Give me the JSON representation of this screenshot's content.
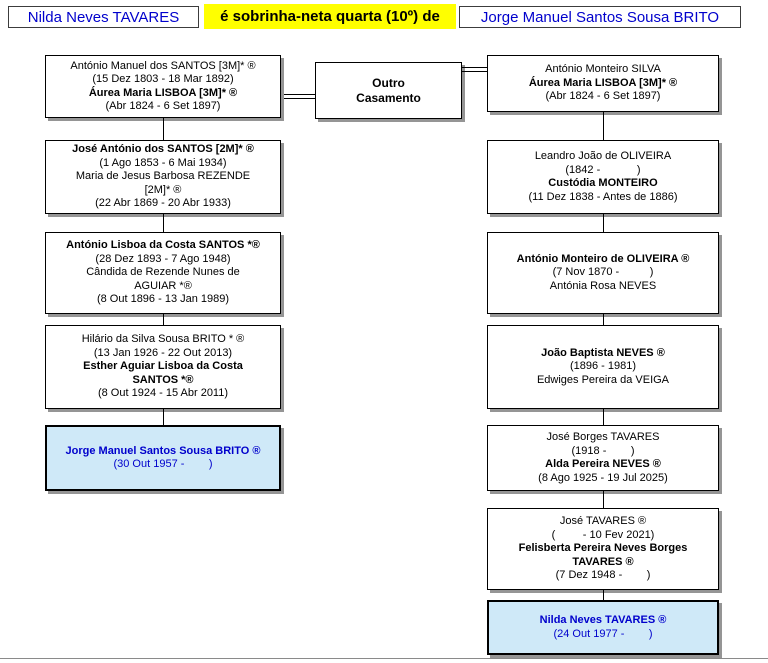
{
  "header": {
    "left_person": "Nilda Neves TAVARES",
    "relationship": "é sobrinha-neta quarta (10º) de",
    "right_person": "Jorge Manuel Santos Sousa BRITO"
  },
  "marriage_box": {
    "line1": "Outro",
    "line2": "Casamento"
  },
  "left": [
    {
      "lines": [
        "António Manuel dos SANTOS [3M]* ®",
        "(15 Dez 1803 - 18 Mar 1892)",
        "Áurea Maria LISBOA [3M]* ®",
        "(Abr 1824 - 6 Set 1897)"
      ]
    },
    {
      "lines": [
        "José António dos SANTOS [2M]* ®",
        "(1 Ago 1853 - 6 Mai 1934)",
        "Maria de Jesus Barbosa REZENDE",
        "[2M]* ®",
        "(22 Abr 1869 - 20 Abr 1933)"
      ]
    },
    {
      "lines": [
        "António Lisboa da Costa SANTOS *®",
        "(28 Dez 1893 - 7 Ago 1948)",
        "Cândida de Rezende Nunes de",
        "AGUIAR *®",
        "(8 Out 1896 - 13 Jan 1989)"
      ]
    },
    {
      "lines": [
        "Hilário da Silva Sousa BRITO * ®",
        "(13 Jan 1926 - 22 Out 2013)",
        "Esther Aguiar Lisboa da Costa",
        "SANTOS *®",
        "(8 Out 1924 - 15 Abr 2011)"
      ]
    },
    {
      "lines": [
        "Jorge Manuel Santos Sousa BRITO ®",
        "(30 Out 1957 -        )"
      ]
    }
  ],
  "right": [
    {
      "lines": [
        "António Monteiro SILVA",
        "Áurea Maria LISBOA [3M]* ®",
        "(Abr 1824 - 6 Set 1897)"
      ]
    },
    {
      "lines": [
        "Leandro João de OLIVEIRA",
        "(1842 -            )",
        "Custódia MONTEIRO",
        "(11 Dez 1838 - Antes de 1886)"
      ]
    },
    {
      "lines": [
        "António Monteiro de OLIVEIRA ®",
        "(7 Nov 1870 -          )",
        "Antónia Rosa NEVES"
      ]
    },
    {
      "lines": [
        "João Baptista NEVES ®",
        "(1896 - 1981)",
        "Edwiges Pereira da VEIGA"
      ]
    },
    {
      "lines": [
        "José Borges TAVARES",
        "(1918 -        )",
        "Alda Pereira NEVES ®",
        "(8 Ago 1925 - 19 Jul 2025)"
      ]
    },
    {
      "lines": [
        "José TAVARES ®",
        "(         - 10 Fev 2021)",
        "Felisberta Pereira Neves Borges",
        "TAVARES ®",
        "(7 Dez 1948 -        )"
      ]
    },
    {
      "lines": [
        "Nilda Neves TAVARES ®",
        "(24 Out 1977 -        )"
      ]
    }
  ],
  "colors": {
    "name_blue": "#0000cc",
    "highlight_yellow": "#ffff00",
    "selected_box_blue": "#cfe9f8"
  }
}
